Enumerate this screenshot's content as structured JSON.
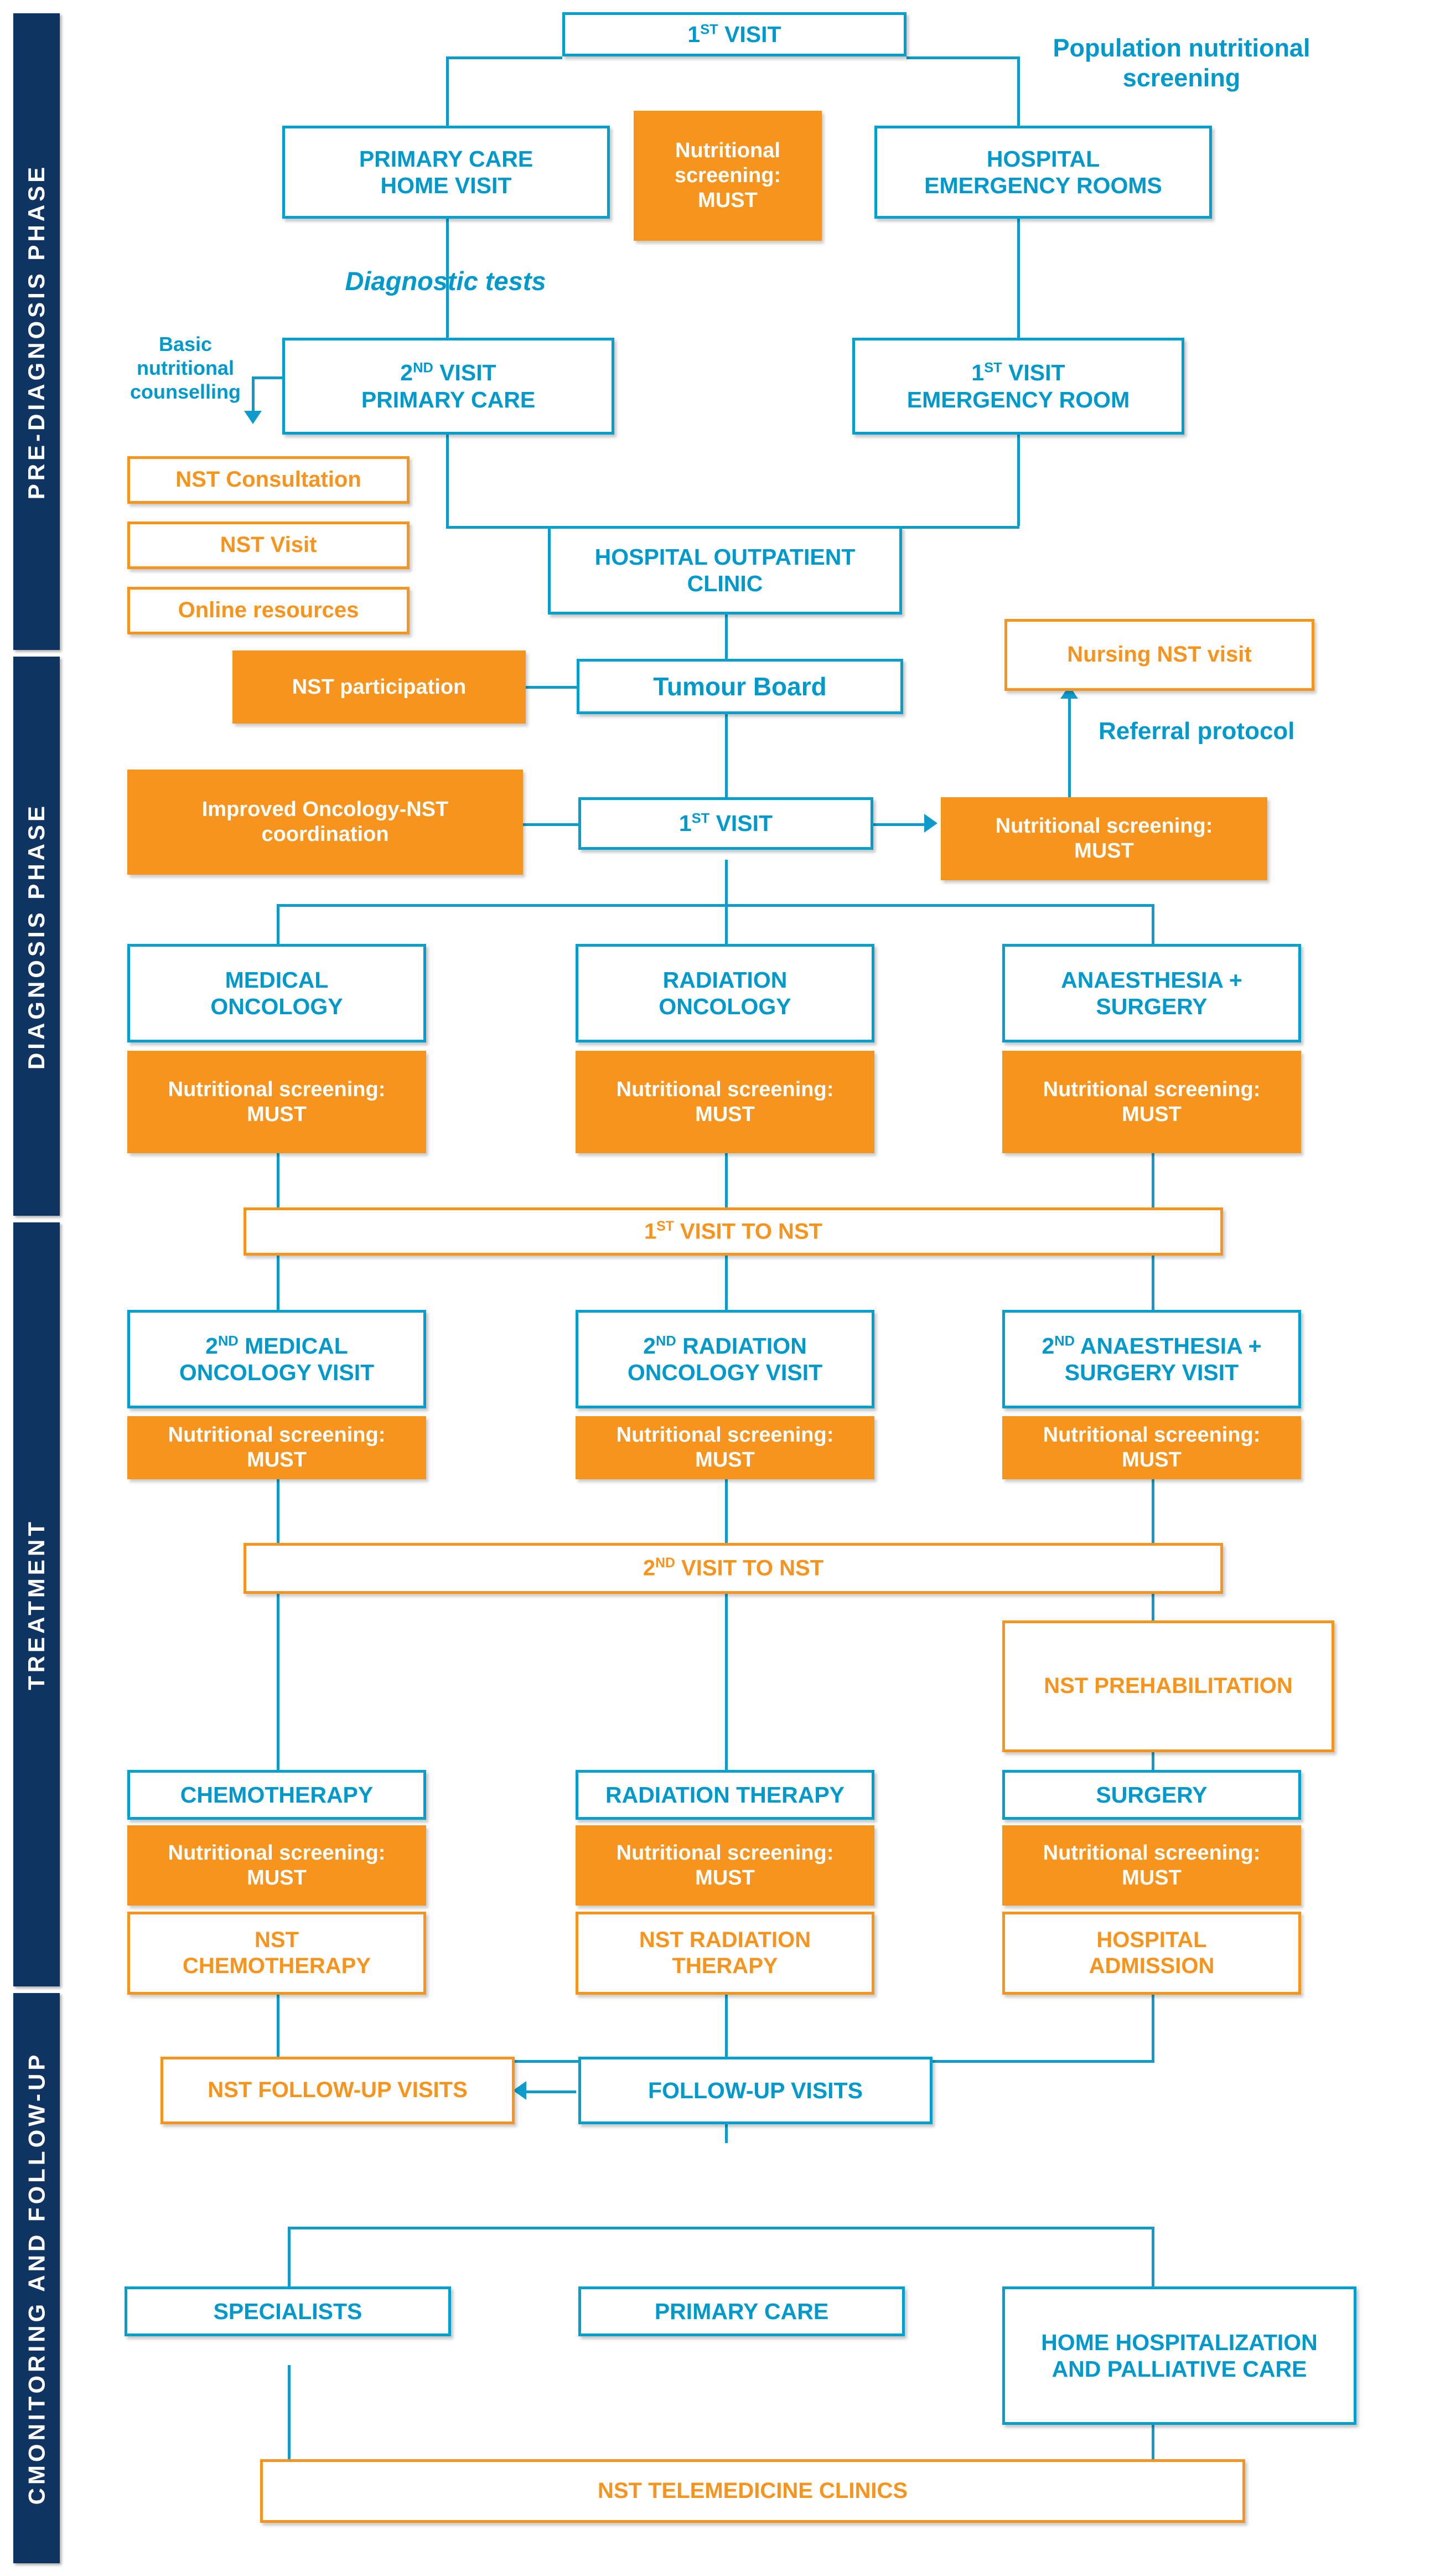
{
  "title": "Nutritional care pathway flowchart",
  "colors": {
    "phase_bar": "#103461",
    "blue": "#0099CC",
    "blue_line": "#0E9BCB",
    "orange": "#F7941E",
    "white": "#FFFFFF"
  },
  "phases": [
    {
      "id": "pre-diagnosis",
      "label": "PRE-DIAGNOSIS PHASE"
    },
    {
      "id": "diagnosis",
      "label": "DIAGNOSIS PHASE"
    },
    {
      "id": "treatment",
      "label": "TREATMENT"
    },
    {
      "id": "monitoring",
      "label": "CMONITORING AND FOLLOW-UP"
    }
  ],
  "nodes": {
    "first_visit_top": "1ST VISIT",
    "primary_care_home_visit": "PRIMARY CARE\nHOME VISIT",
    "nutritional_screening_must_top": "Nutritional\nscreening:\nMUST",
    "hospital_emergency_rooms": "HOSPITAL\nEMERGENCY ROOMS",
    "second_visit_primary_care": "2ND VISIT\nPRIMARY CARE",
    "first_visit_emergency_room": "1ST VISIT\nEMERGENCY ROOM",
    "nst_consultation": "NST Consultation",
    "nst_visit": "NST Visit",
    "online_resources": "Online resources",
    "hospital_outpatient_clinic": "HOSPITAL OUTPATIENT\nCLINIC",
    "nursing_nst_visit": "Nursing NST visit",
    "tumour_board": "Tumour Board",
    "nst_participation": "NST participation",
    "improved_oncology_nst_coordination": "Improved Oncology-NST\ncoordination",
    "first_visit_diagnosis": "1ST VISIT",
    "nutritional_screening_must_diagnosis": "Nutritional screening:\nMUST",
    "medical_oncology": "MEDICAL\nONCOLOGY",
    "radiation_oncology": "RADIATION\nONCOLOGY",
    "anaesthesia_surgery": "ANAESTHESIA +\nSURGERY",
    "screening_medical_oncology": "Nutritional screening:\nMUST",
    "screening_radiation_oncology": "Nutritional screening:\nMUST",
    "screening_anaesthesia_surgery": "Nutritional screening:\nMUST",
    "first_visit_to_nst": "1ST VISIT TO NST",
    "second_medical_oncology_visit": "2ND MEDICAL\nONCOLOGY VISIT",
    "second_radiation_oncology_visit": "2ND RADIATION\nONCOLOGY VISIT",
    "second_anaesthesia_surgery_visit": "2ND ANAESTHESIA +\nSURGERY VISIT",
    "screening_second_medical": "Nutritional screening:\nMUST",
    "screening_second_radiation": "Nutritional screening:\nMUST",
    "screening_second_anaesthesia": "Nutritional screening:\nMUST",
    "second_visit_to_nst": "2ND VISIT TO NST",
    "nst_prehabilitation": "NST PREHABILITATION",
    "chemotherapy": "CHEMOTHERAPY",
    "radiation_therapy": "RADIATION THERAPY",
    "surgery": "SURGERY",
    "screening_chemotherapy": "Nutritional screening:\nMUST",
    "screening_radiation_therapy": "Nutritional screening:\nMUST",
    "screening_surgery": "Nutritional screening:\nMUST",
    "nst_chemotherapy": "NST\nCHEMOTHERAPY",
    "nst_radiation_therapy": "NST RADIATION\nTHERAPY",
    "hospital_admission": "HOSPITAL\nADMISSION",
    "nst_follow_up_visits": "NST FOLLOW-UP VISITS",
    "follow_up_visits": "FOLLOW-UP VISITS",
    "specialists": "SPECIALISTS",
    "primary_care": "PRIMARY CARE",
    "home_hospitalization": "HOME HOSPITALIZATION\nAND PALLIATIVE CARE",
    "nst_telemedicine_clinics": "NST TELEMEDICINE CLINICS"
  },
  "labels": {
    "population_nutritional_screening": "Population nutritional\nscreening",
    "diagnostic_tests": "Diagnostic tests",
    "basic_nutritional_counselling": "Basic\nnutritional\ncounselling",
    "referral_protocol": "Referral protocol"
  }
}
